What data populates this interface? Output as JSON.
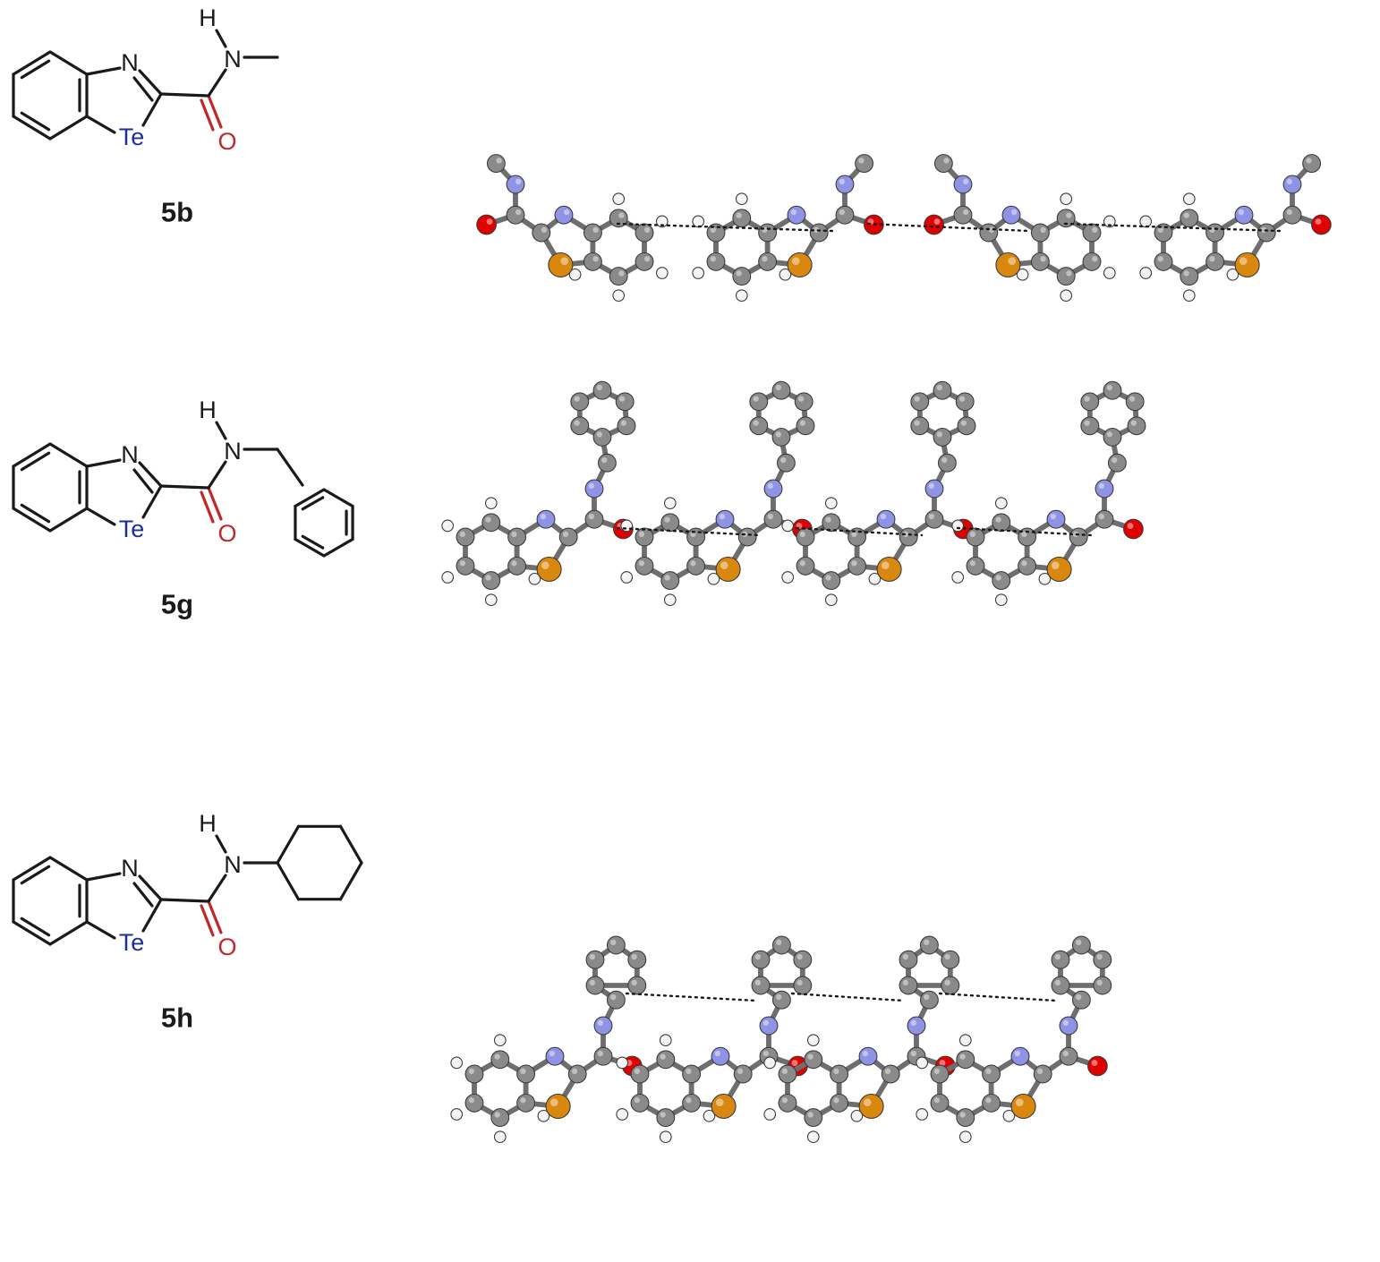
{
  "colors": {
    "bond": "#1a1a1a",
    "oxygen_text": "#c0282a",
    "tellurium_text": "#1f2e9a",
    "carbon_ball": "#8a8a8a",
    "hydrogen_ball": "#f2f2f2",
    "nitrogen_ball": "#8f93e6",
    "oxygen_ball": "#e00000",
    "tellurium_ball": "#d9880f",
    "hbond": "#1a1a1a"
  },
  "atom_labels": {
    "nitrogen": "N",
    "hydrogen": "H",
    "oxygen": "O",
    "tellurium": "Te"
  },
  "compounds": [
    {
      "id": "5b",
      "label": "5b",
      "substituent": "methyl"
    },
    {
      "id": "5g",
      "label": "5g",
      "substituent": "benzyl"
    },
    {
      "id": "5h",
      "label": "5h",
      "substituent": "cyclohexyl"
    }
  ],
  "crystal_views": [
    {
      "for": "5b",
      "molecules": 4,
      "packing": "hydrogen-bonded chain"
    },
    {
      "for": "5g",
      "molecules": 4,
      "packing": "hydrogen-bonded chain"
    },
    {
      "for": "5h",
      "molecules": 4,
      "packing": "hydrogen-bonded chain"
    }
  ]
}
